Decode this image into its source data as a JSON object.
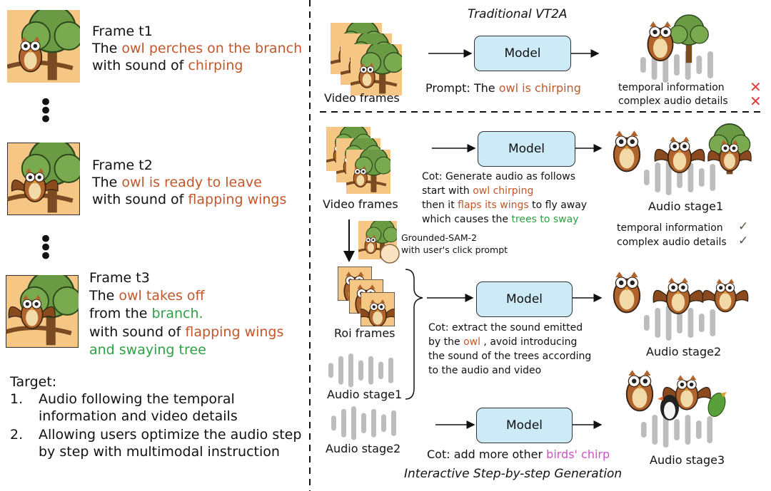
{
  "left": {
    "frame1": {
      "label": "Frame t1",
      "line1_pre": "The ",
      "line1_hl": "owl perches on the branch",
      "line2_pre": "with sound of ",
      "line2_hl": "chirping"
    },
    "frame2": {
      "label": "Frame t2",
      "line1_pre": "The ",
      "line1_hl": "owl is ready to leave",
      "line2_pre": "with sound of ",
      "line2_hl": "flapping wings"
    },
    "frame3": {
      "label": "Frame t3",
      "line1_pre": "The ",
      "line1_hl": "owl takes off",
      "line2_pre": "from the ",
      "line2_hl": "branch.",
      "line3_pre": "with sound of ",
      "line3_hl": "flapping wings",
      "line4_hl": "and swaying tree"
    },
    "target": {
      "title": "Target:",
      "item1_num": "1.",
      "item1_l1": "Audio following the temporal",
      "item1_l2": "information and video details",
      "item2_num": "2.",
      "item2_l1": "Allowing users optimize the audio step",
      "item2_l2": "by step with multimodal instruction"
    }
  },
  "top": {
    "title": "Traditional VT2A",
    "model_label": "Model",
    "video_frames": "Video frames",
    "prompt_pre": "Prompt: The ",
    "prompt_hl": "owl is chirping",
    "temporal": "temporal information",
    "complex": "complex audio details",
    "cross": "✕"
  },
  "bottom": {
    "model1": "Model",
    "model2": "Model",
    "model3": "Model",
    "video_frames": "Video frames",
    "cot1_l1": "Cot: Generate audio as follows",
    "cot1_l2_pre": "start with ",
    "cot1_l2_hl": "owl chirping",
    "cot1_l3_pre": "then it ",
    "cot1_l3_hl": "flaps its wings",
    "cot1_l3_post": " to fly away",
    "cot1_l4_pre": "which  causes the ",
    "cot1_l4_hl": "trees to sway",
    "audio_stage1": "Audio stage1",
    "temporal": "temporal information",
    "complex": "complex audio details",
    "check": "✓",
    "sam_l1": "Grounded-SAM-2",
    "sam_l2": "with user's click prompt",
    "roi_frames": "Roi frames",
    "audio_stage1_left": "Audio stage1",
    "cot2_l1": "Cot: extract the sound emitted",
    "cot2_l2_pre": "by the ",
    "cot2_l2_hl": "owl",
    "cot2_l2_post": " , avoid introducing",
    "cot2_l3": "the sound of the trees according",
    "cot2_l4": "to the audio and video",
    "audio_stage2": "Audio stage2",
    "audio_stage2_left": "Audio stage2",
    "cot3_pre": "Cot: add more other ",
    "cot3_hl": "birds' chirp",
    "audio_stage3": "Audio stage3",
    "footer": "Interactive Step-by-step Generation"
  }
}
